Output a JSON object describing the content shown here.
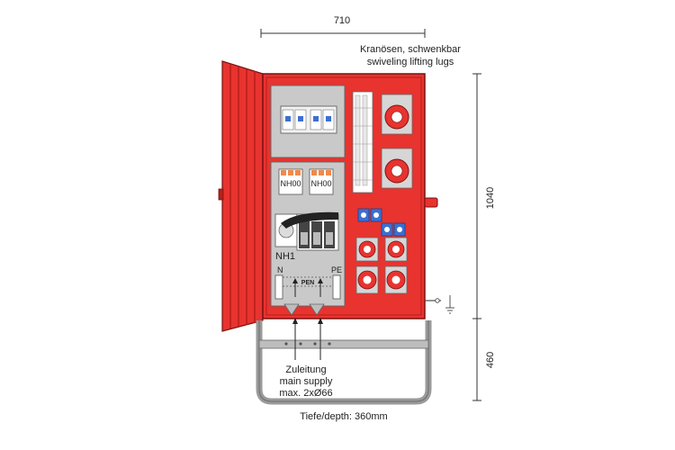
{
  "dimensions": {
    "width": "710",
    "height_cabinet": "1040",
    "height_frame": "460",
    "depth": "Tiefe/depth: 360mm"
  },
  "labels": {
    "lifting_de": "Kranösen, schwenkbar",
    "lifting_en": "swiveling lifting lugs",
    "fuse_1": "NH00",
    "fuse_2": "NH00",
    "main_switch": "NH1",
    "terminal_n": "N",
    "terminal_pe": "PE",
    "terminal_pen": "PEN",
    "supply_de": "Zuleitung",
    "supply_en": "main supply",
    "supply_size": "max. 2xØ66"
  },
  "colors": {
    "cabinet_red": "#e8332f",
    "cabinet_dark": "#b51f1c",
    "panel_gray": "#c9c9c9",
    "frame_gray": "#9a9a9a",
    "socket_blue": "#3d6fd1"
  }
}
